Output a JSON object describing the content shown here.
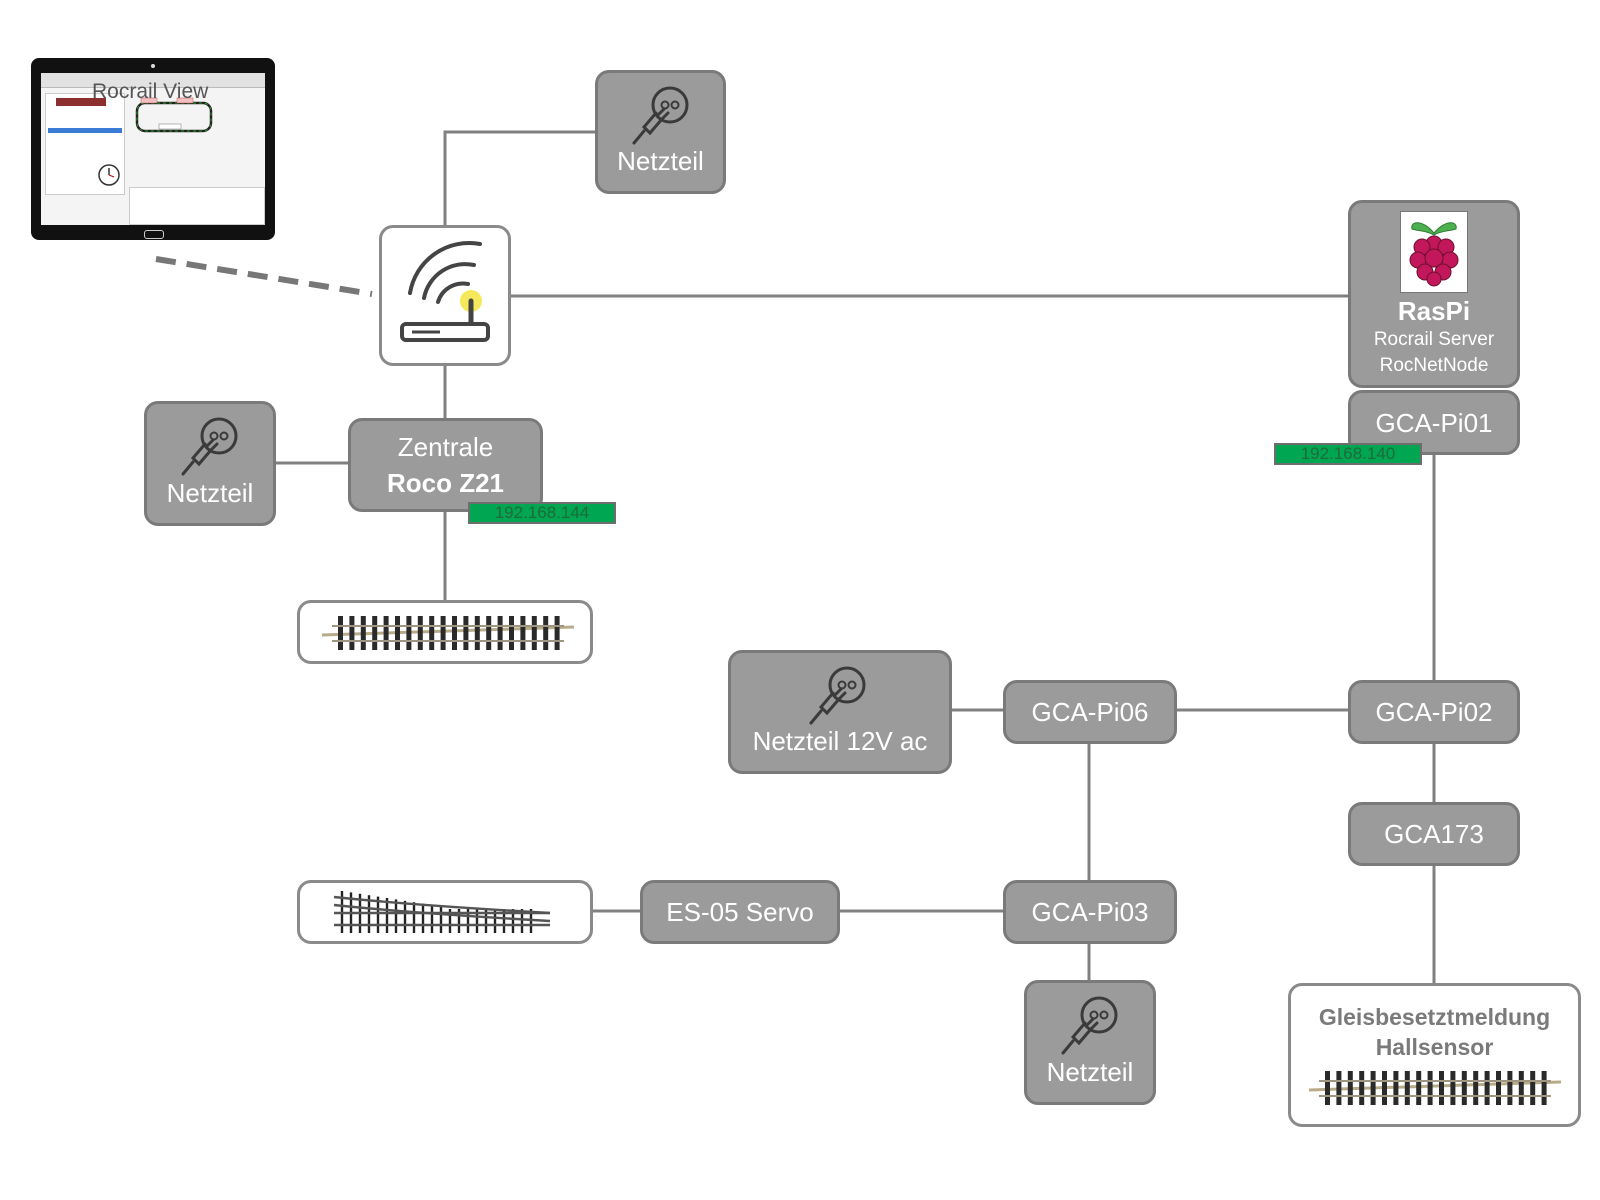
{
  "tablet": {
    "label": "Rocrail View"
  },
  "router": {},
  "psu_top": {
    "label": "Netzteil"
  },
  "psu_left": {
    "label": "Netzteil"
  },
  "zentrale": {
    "line1": "Zentrale",
    "line2": "Roco Z21",
    "ip": "192.168.144"
  },
  "raspi": {
    "title": "RasPi",
    "line1": "Rocrail Server",
    "line2": "RocNetNode"
  },
  "gca_pi01": {
    "label": "GCA-Pi01",
    "ip": "192.168.140"
  },
  "gca_pi02": {
    "label": "GCA-Pi02"
  },
  "gca_pi06": {
    "label": "GCA-Pi06"
  },
  "gca_pi03": {
    "label": "GCA-Pi03"
  },
  "gca173": {
    "label": "GCA173"
  },
  "psu_12v": {
    "label": "Netzteil 12V ac"
  },
  "psu_bottom": {
    "label": "Netzteil"
  },
  "servo": {
    "label": "ES-05 Servo"
  },
  "occupancy": {
    "line1": "Gleisbesetztmeldung",
    "line2": "Hallsensor"
  },
  "colors": {
    "box_fill": "#9b9b9b",
    "box_border": "#7a7a7a",
    "ip_badge": "#00a651",
    "line": "#808080"
  }
}
